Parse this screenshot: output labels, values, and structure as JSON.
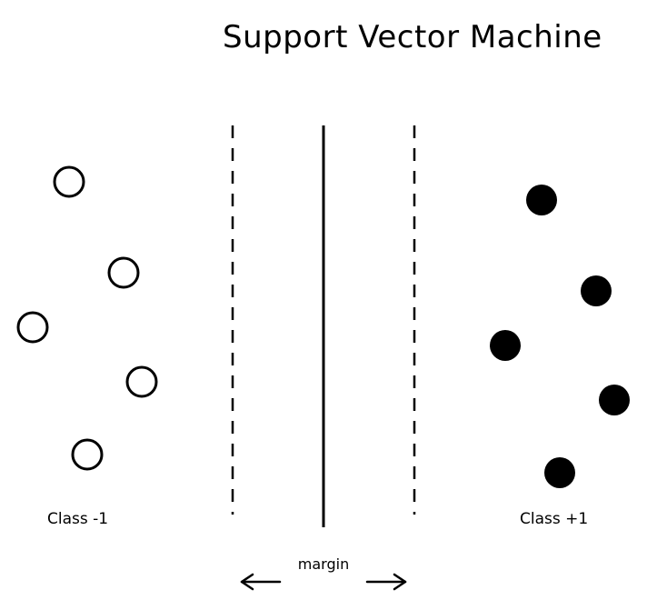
{
  "title": "Support Vector Machine",
  "labels": {
    "class_negative": "Class -1",
    "class_positive": "Class +1",
    "margin": "margin"
  },
  "colors": {
    "ink": "#000000",
    "background": "#ffffff"
  },
  "icons": {
    "negative_point": "hollow-circle",
    "positive_point": "filled-circle",
    "margin_left_arrow": "arrow-left",
    "margin_right_arrow": "arrow-right"
  }
}
